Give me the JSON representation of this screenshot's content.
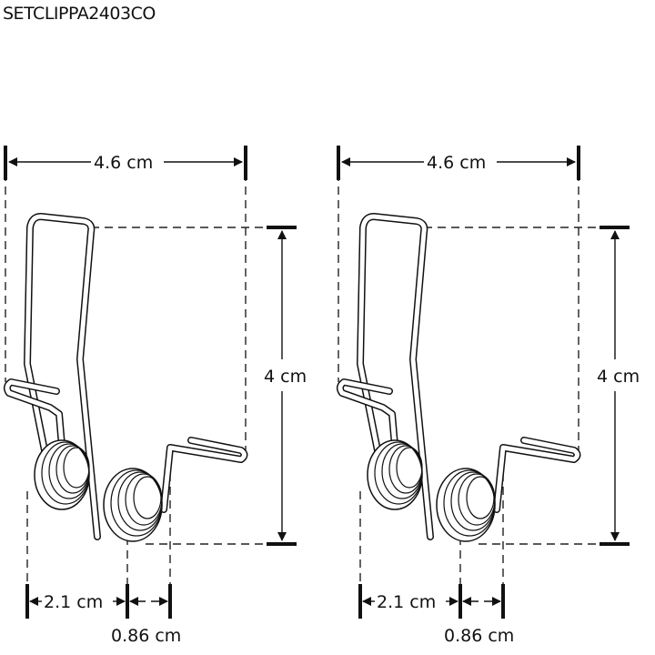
{
  "header": {
    "product_code": "SETCLIPPA2403CO"
  },
  "figures": [
    {
      "id": "left",
      "width_label": "4.6 cm",
      "height_label": "4 cm",
      "coil_spacing_label": "2.1 cm",
      "coil_width_label": "0.86 cm"
    },
    {
      "id": "right",
      "width_label": "4.6 cm",
      "height_label": "4 cm",
      "coil_spacing_label": "2.1 cm",
      "coil_width_label": "0.86 cm"
    }
  ],
  "colors": {
    "line": "#111111",
    "background": "#ffffff"
  }
}
